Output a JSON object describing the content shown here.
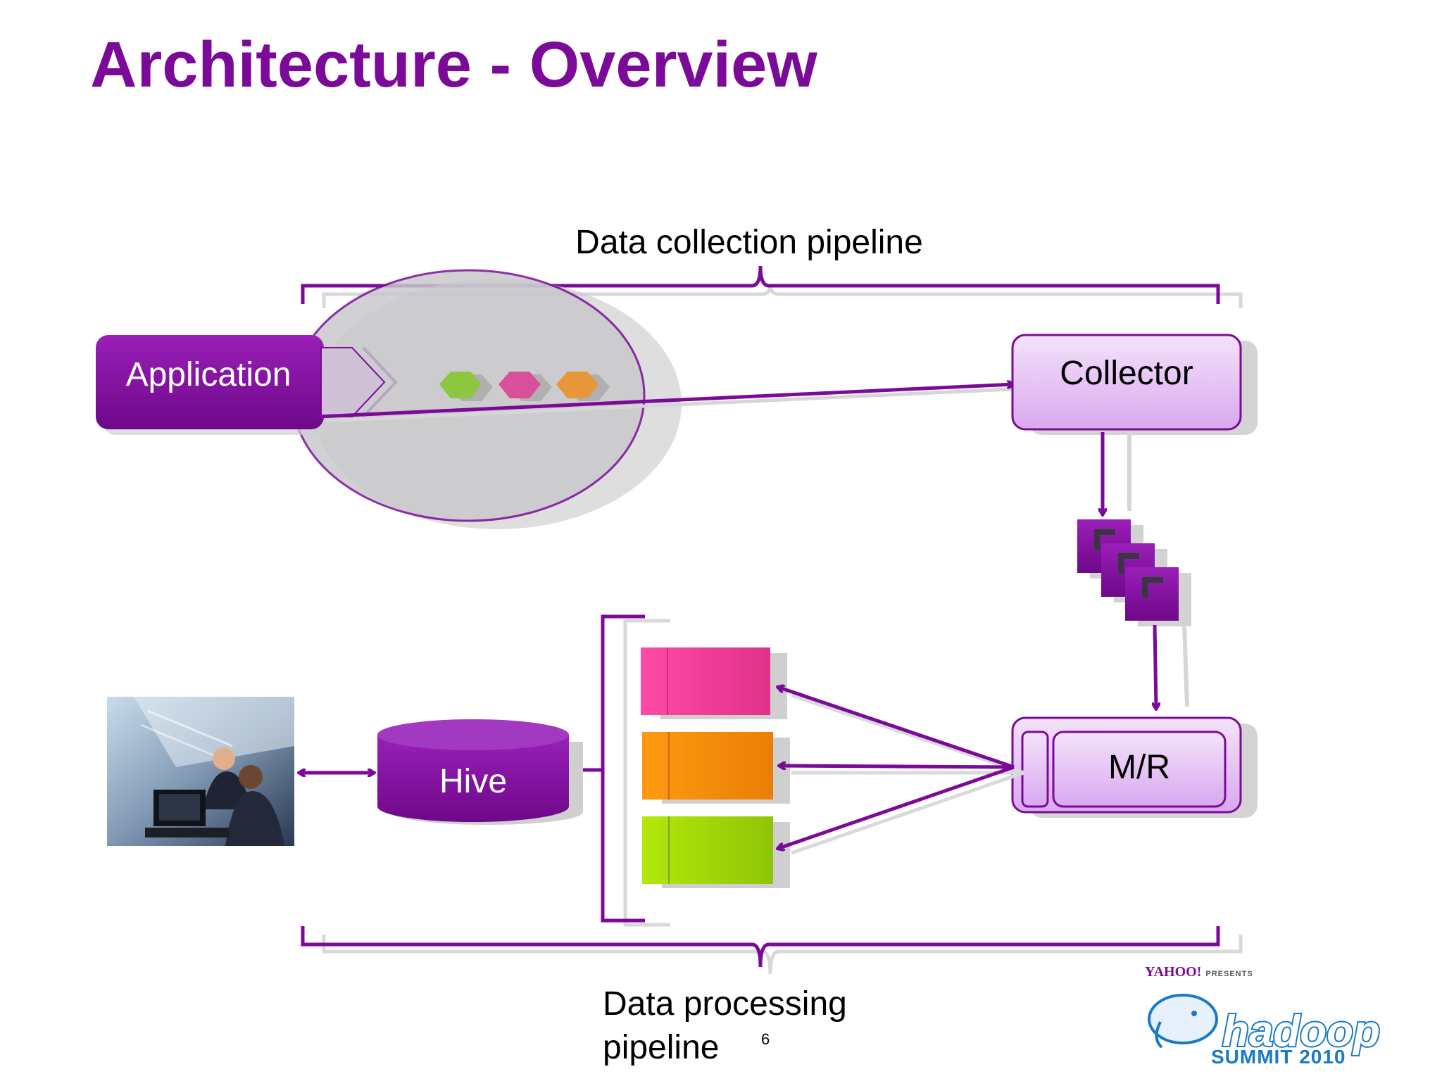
{
  "slide": {
    "title": "Architecture - Overview",
    "page_number": "6"
  },
  "diagram": {
    "top_brace_label": "Data collection pipeline",
    "bottom_brace_label_line1": "Data processing",
    "bottom_brace_label_line2": "pipeline",
    "nodes": {
      "application": "Application",
      "collector": "Collector",
      "mapreduce": "M/R",
      "hive": "Hive"
    },
    "colors": {
      "accent": "#7b0a99",
      "hex_green": "#8dc63f",
      "hex_pink": "#d9509a",
      "hex_orange": "#e8963a",
      "table_pink": "#ec3f97",
      "table_orange": "#f28c0f",
      "table_green": "#9ed40a"
    }
  },
  "branding": {
    "sponsor": "YAHOO!",
    "sponsor_tag": "PRESENTS",
    "logo_word": "hadoop",
    "event": "SUMMIT 2010"
  }
}
